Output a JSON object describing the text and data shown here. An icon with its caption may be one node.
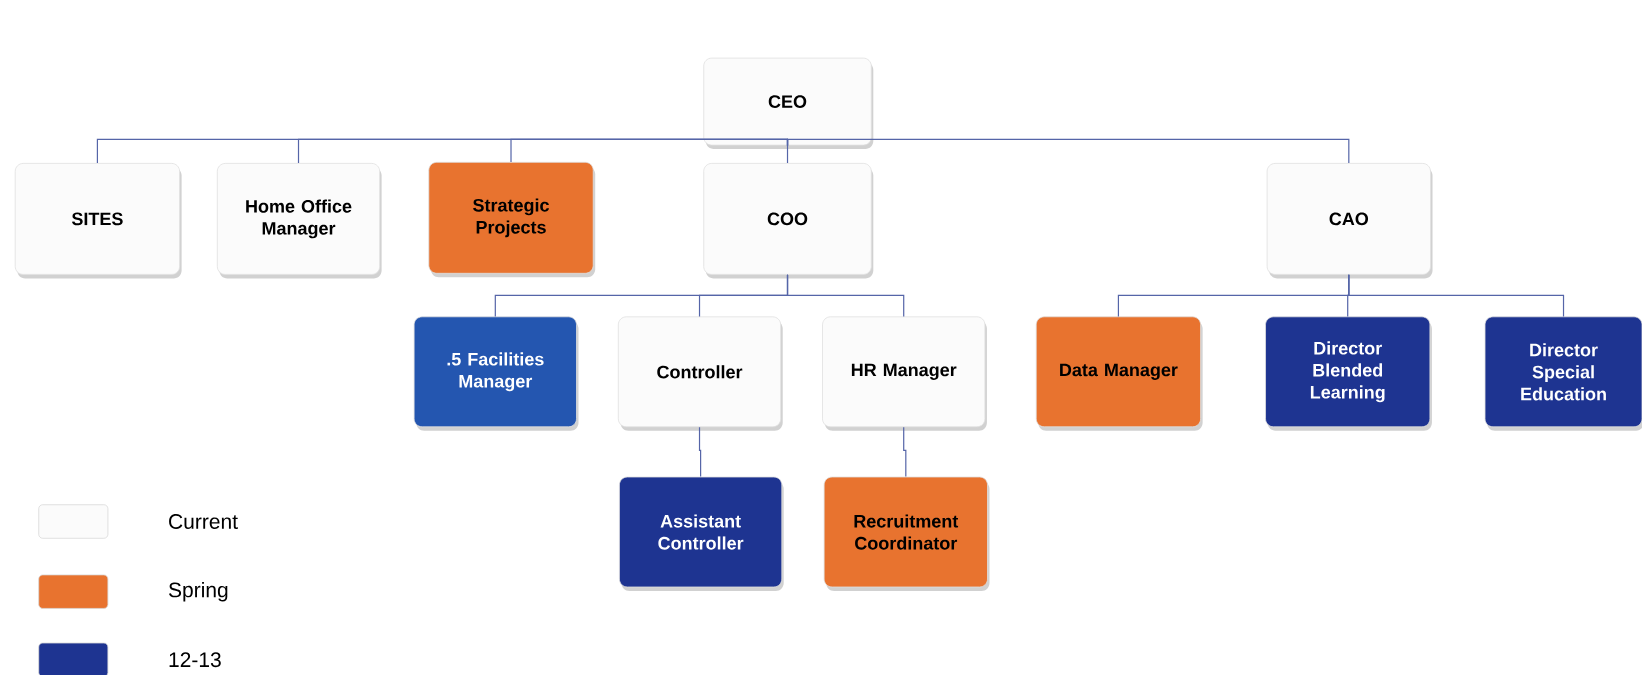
{
  "diagram": {
    "nodes": [
      {
        "text": [
          "CEO"
        ]
      },
      {
        "text": [
          "SITES"
        ]
      },
      {
        "text": [
          "Home Office Manager"
        ]
      },
      {
        "text": [
          "Strategic Projects"
        ]
      },
      {
        "text": [
          "COO"
        ]
      },
      {
        "text": [
          "CAO"
        ]
      },
      {
        "text": [
          ".5 Facilities Manager"
        ]
      },
      {
        "text": [
          "Controller"
        ]
      },
      {
        "text": [
          "HR Manager"
        ]
      },
      {
        "text": [
          "Data Manager"
        ]
      },
      {
        "text": [
          "Director Blended Learning"
        ]
      },
      {
        "text": [
          "Director Special Education"
        ]
      },
      {
        "text": [
          "Assistant Controller"
        ]
      },
      {
        "text": [
          "Recruitment Coordinator"
        ]
      }
    ],
    "edges": [
      {
        "from": 0,
        "to": 1,
        "arrow": "none"
      },
      {
        "from": 0,
        "to": 2,
        "arrow": "none"
      },
      {
        "from": 0,
        "to": 3,
        "arrow": "none"
      },
      {
        "from": 0,
        "to": 4,
        "arrow": "none"
      },
      {
        "from": 0,
        "to": 5,
        "arrow": "none"
      },
      {
        "from": 4,
        "to": 6,
        "arrow": "none"
      },
      {
        "from": 4,
        "to": 7,
        "arrow": "none"
      },
      {
        "from": 4,
        "to": 8,
        "arrow": "none"
      },
      {
        "from": 5,
        "to": 9,
        "arrow": "none"
      },
      {
        "from": 5,
        "to": 10,
        "arrow": "none"
      },
      {
        "from": 5,
        "to": 11,
        "arrow": "none"
      },
      {
        "from": 7,
        "to": 12,
        "arrow": "none"
      },
      {
        "from": 8,
        "to": 13,
        "arrow": "none"
      }
    ],
    "legend": [
      {
        "text": "Current",
        "color": "#fbfbfb"
      },
      {
        "text": "Spring",
        "color": "#e8732f"
      },
      {
        "text": "12-13",
        "color": "#1e3491"
      }
    ]
  }
}
